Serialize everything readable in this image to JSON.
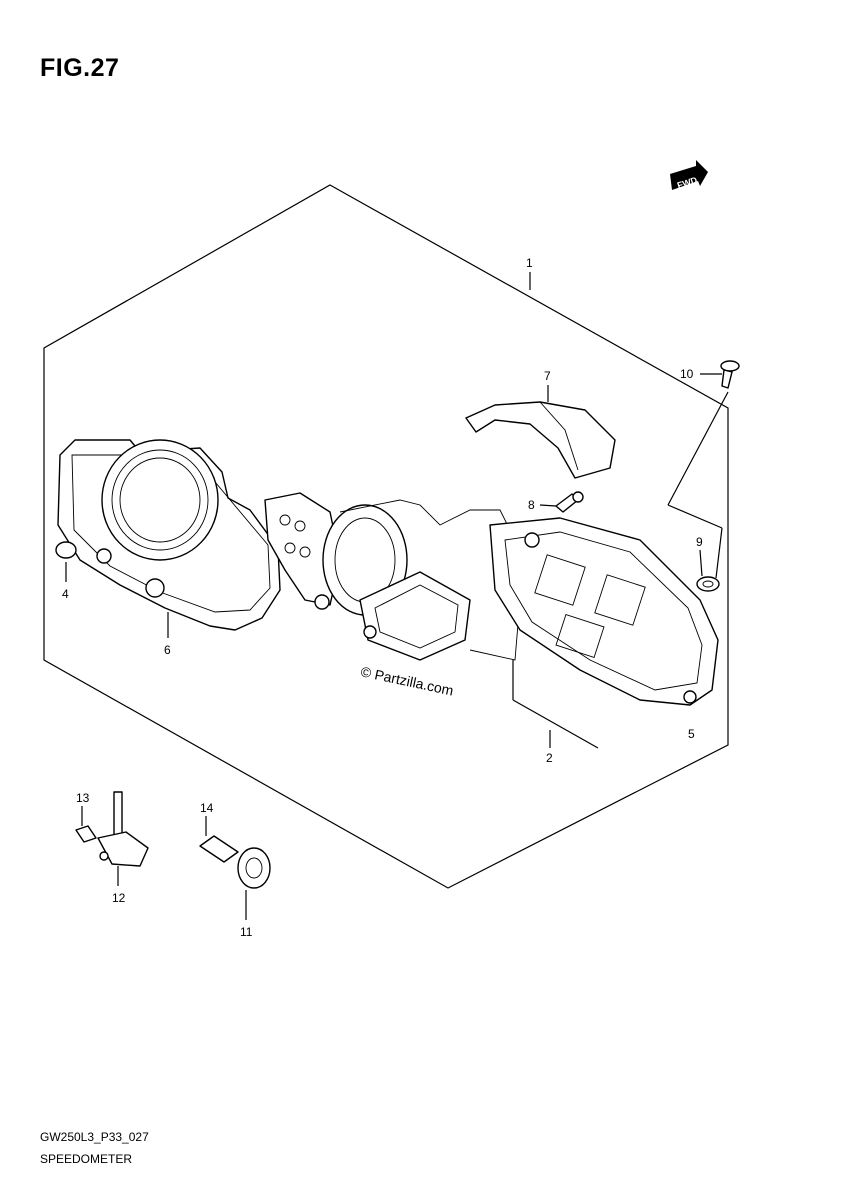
{
  "figure": {
    "title": "FIG.27"
  },
  "fwd_badge": "FWD",
  "watermark": "© Partzilla.com",
  "callouts": [
    {
      "num": "1"
    },
    {
      "num": "2"
    },
    {
      "num": "4"
    },
    {
      "num": "5"
    },
    {
      "num": "6"
    },
    {
      "num": "7"
    },
    {
      "num": "8"
    },
    {
      "num": "9"
    },
    {
      "num": "10"
    },
    {
      "num": "11"
    },
    {
      "num": "12"
    },
    {
      "num": "13"
    },
    {
      "num": "14"
    }
  ],
  "footer": {
    "code": "GW250L3_P33_027",
    "name": "SPEEDOMETER"
  }
}
